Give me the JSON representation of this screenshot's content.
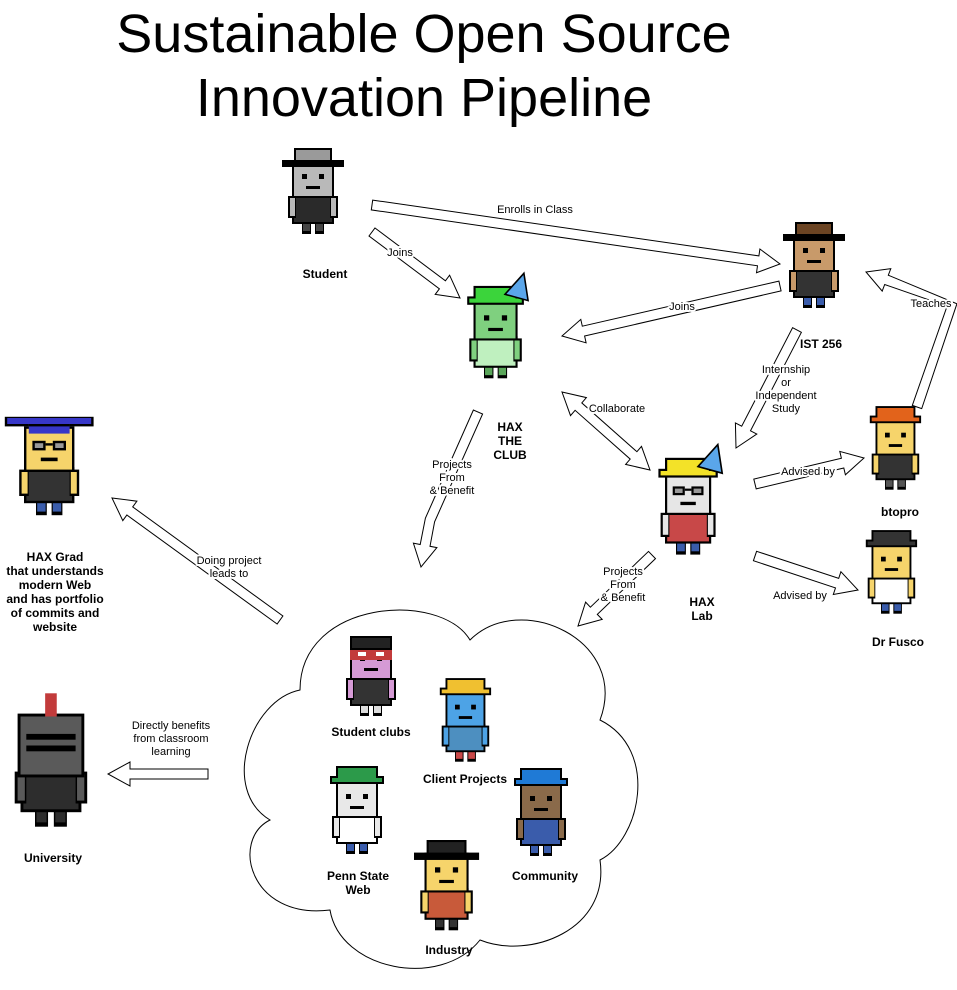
{
  "title": {
    "line1": "Sustainable Open Source",
    "line2": "Innovation Pipeline"
  },
  "colors": {
    "line": "#000000",
    "fill": "#ffffff",
    "skin": "#f6d46b",
    "green": "#3bd43b",
    "yellow": "#f3e228",
    "blue_hat": "#3737c8",
    "party_hat": "#5aa6ea",
    "red": "#c23b3b"
  },
  "nodes": {
    "student": {
      "label": [
        "Student"
      ]
    },
    "ist256": {
      "label": [
        "IST 256"
      ]
    },
    "hax_club": {
      "label": [
        "HAX",
        "THE",
        "CLUB"
      ]
    },
    "btopro": {
      "label": [
        "btopro"
      ]
    },
    "hax_lab": {
      "label": [
        "HAX",
        "Lab"
      ]
    },
    "dr_fusco": {
      "label": [
        "Dr Fusco"
      ]
    },
    "hax_grad": {
      "label": [
        "HAX Grad",
        "that understands",
        "modern Web",
        "and has portfolio",
        "of commits and",
        "website"
      ]
    },
    "university": {
      "label": [
        "University"
      ]
    },
    "student_clubs": {
      "label": [
        "Student clubs"
      ]
    },
    "client_projects": {
      "label": [
        "Client Projects"
      ]
    },
    "penn_state_web": {
      "label": [
        "Penn State",
        "Web"
      ]
    },
    "community": {
      "label": [
        "Community"
      ]
    },
    "industry": {
      "label": [
        "Industry"
      ]
    }
  },
  "edges": {
    "enrolls": {
      "label": [
        "Enrolls in Class"
      ]
    },
    "joins_student": {
      "label": [
        "Joins"
      ]
    },
    "joins_ist": {
      "label": [
        "Joins"
      ]
    },
    "teaches": {
      "label": [
        "Teaches"
      ]
    },
    "internship": {
      "label": [
        "Internship",
        "or",
        "Independent",
        "Study"
      ]
    },
    "collaborate": {
      "label": [
        "Collaborate"
      ]
    },
    "projects_club": {
      "label": [
        "Projects",
        "From",
        "& Benefit"
      ]
    },
    "advised_btopro": {
      "label": [
        "Advised by"
      ]
    },
    "advised_fusco": {
      "label": [
        "Advised by"
      ]
    },
    "projects_lab": {
      "label": [
        "Projects",
        "From",
        "& Benefit"
      ]
    },
    "doing_project": {
      "label": [
        "Doing project",
        "leads to"
      ]
    },
    "directly_benefits": {
      "label": [
        "Directly benefits",
        "from classroom",
        "learning"
      ]
    }
  }
}
